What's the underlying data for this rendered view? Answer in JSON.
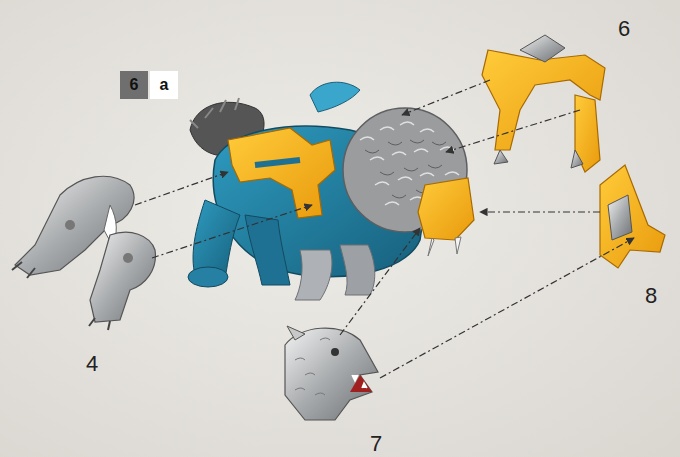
{
  "diagram": {
    "nodes": [
      {
        "text": [
          "6"
        ]
      },
      {
        "text": [
          "a"
        ]
      }
    ],
    "labels": [
      "6",
      "4",
      "8",
      "7"
    ]
  }
}
